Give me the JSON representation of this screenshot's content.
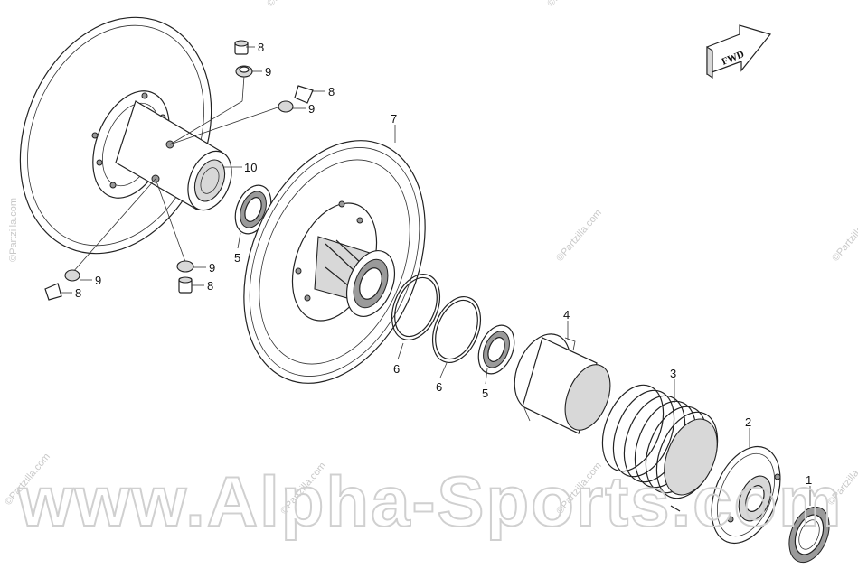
{
  "diagram": {
    "labels": {
      "p1": "1",
      "p2": "2",
      "p3": "3",
      "p4": "4",
      "p5a": "5",
      "p5b": "5",
      "p6a": "6",
      "p6b": "6",
      "p7": "7",
      "p8a": "8",
      "p8b": "8",
      "p8c": "8",
      "p8d": "8",
      "p9a": "9",
      "p9b": "9",
      "p9c": "9",
      "p9d": "9",
      "p10": "10"
    },
    "fwd_arrow": "FWD"
  },
  "watermark": {
    "main": "www.Alpha-Sports.com",
    "small": "©Partzilla.com"
  }
}
